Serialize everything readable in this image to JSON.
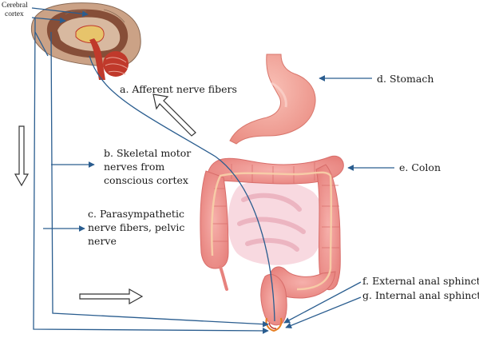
{
  "labels": {
    "cortex_line1": "Cerebral",
    "cortex_line2": "cortex",
    "afferent": "a. Afferent nerve fibers",
    "skeletal_1": "b. Skeletal motor",
    "skeletal_2": "nerves from",
    "skeletal_3": "conscious cortex",
    "para_1": "c. Parasympathetic",
    "para_2": "nerve fibers, pelvic",
    "para_3": "nerve",
    "stomach": "d. Stomach",
    "colon": "e. Colon",
    "external": "f. External anal sphincter",
    "internal": "g. Internal anal sphincter"
  },
  "colors": {
    "nerve_line": "#2a5d8f",
    "colon": "#ee8a86",
    "colon_dark": "#d86d6a",
    "stomach": "#f2a49a",
    "brain": "#c9a184",
    "cerebellum": "#c0392b"
  },
  "icons": [
    "brain-illustration",
    "stomach-illustration",
    "colon-illustration",
    "hollow-arrow-icon"
  ]
}
